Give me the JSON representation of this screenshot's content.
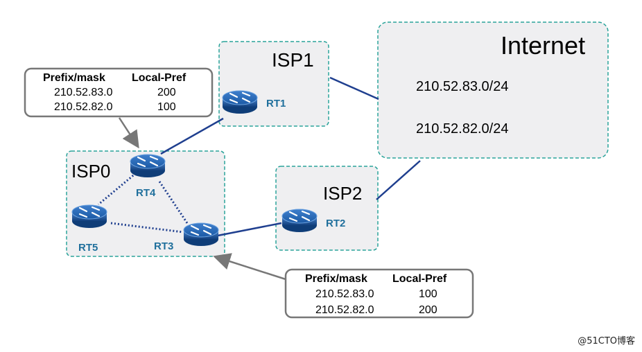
{
  "zones": {
    "isp0": "ISP0",
    "isp1": "ISP1",
    "isp2": "ISP2",
    "internet": "Internet"
  },
  "internet_prefixes": [
    "210.52.83.0/24",
    "210.52.82.0/24"
  ],
  "routers": {
    "rt1": "RT1",
    "rt2": "RT2",
    "rt3": "RT3",
    "rt4": "RT4",
    "rt5": "RT5"
  },
  "table_rt4": {
    "headers": [
      "Prefix/mask",
      "Local-Pref"
    ],
    "rows": [
      [
        "210.52.83.0",
        "200"
      ],
      [
        "210.52.82.0",
        "100"
      ]
    ]
  },
  "table_rt3": {
    "headers": [
      "Prefix/mask",
      "Local-Pref"
    ],
    "rows": [
      [
        "210.52.83.0",
        "100"
      ],
      [
        "210.52.82.0",
        "200"
      ]
    ]
  },
  "watermark": "@51CTO博客",
  "colors": {
    "zone_fill": "#efeff1",
    "zone_border": "#2aa39a",
    "link": "#1f3f8f",
    "router_body": "#1e5aa8",
    "router_label": "#1f6f9c",
    "callout_border": "#777777"
  }
}
